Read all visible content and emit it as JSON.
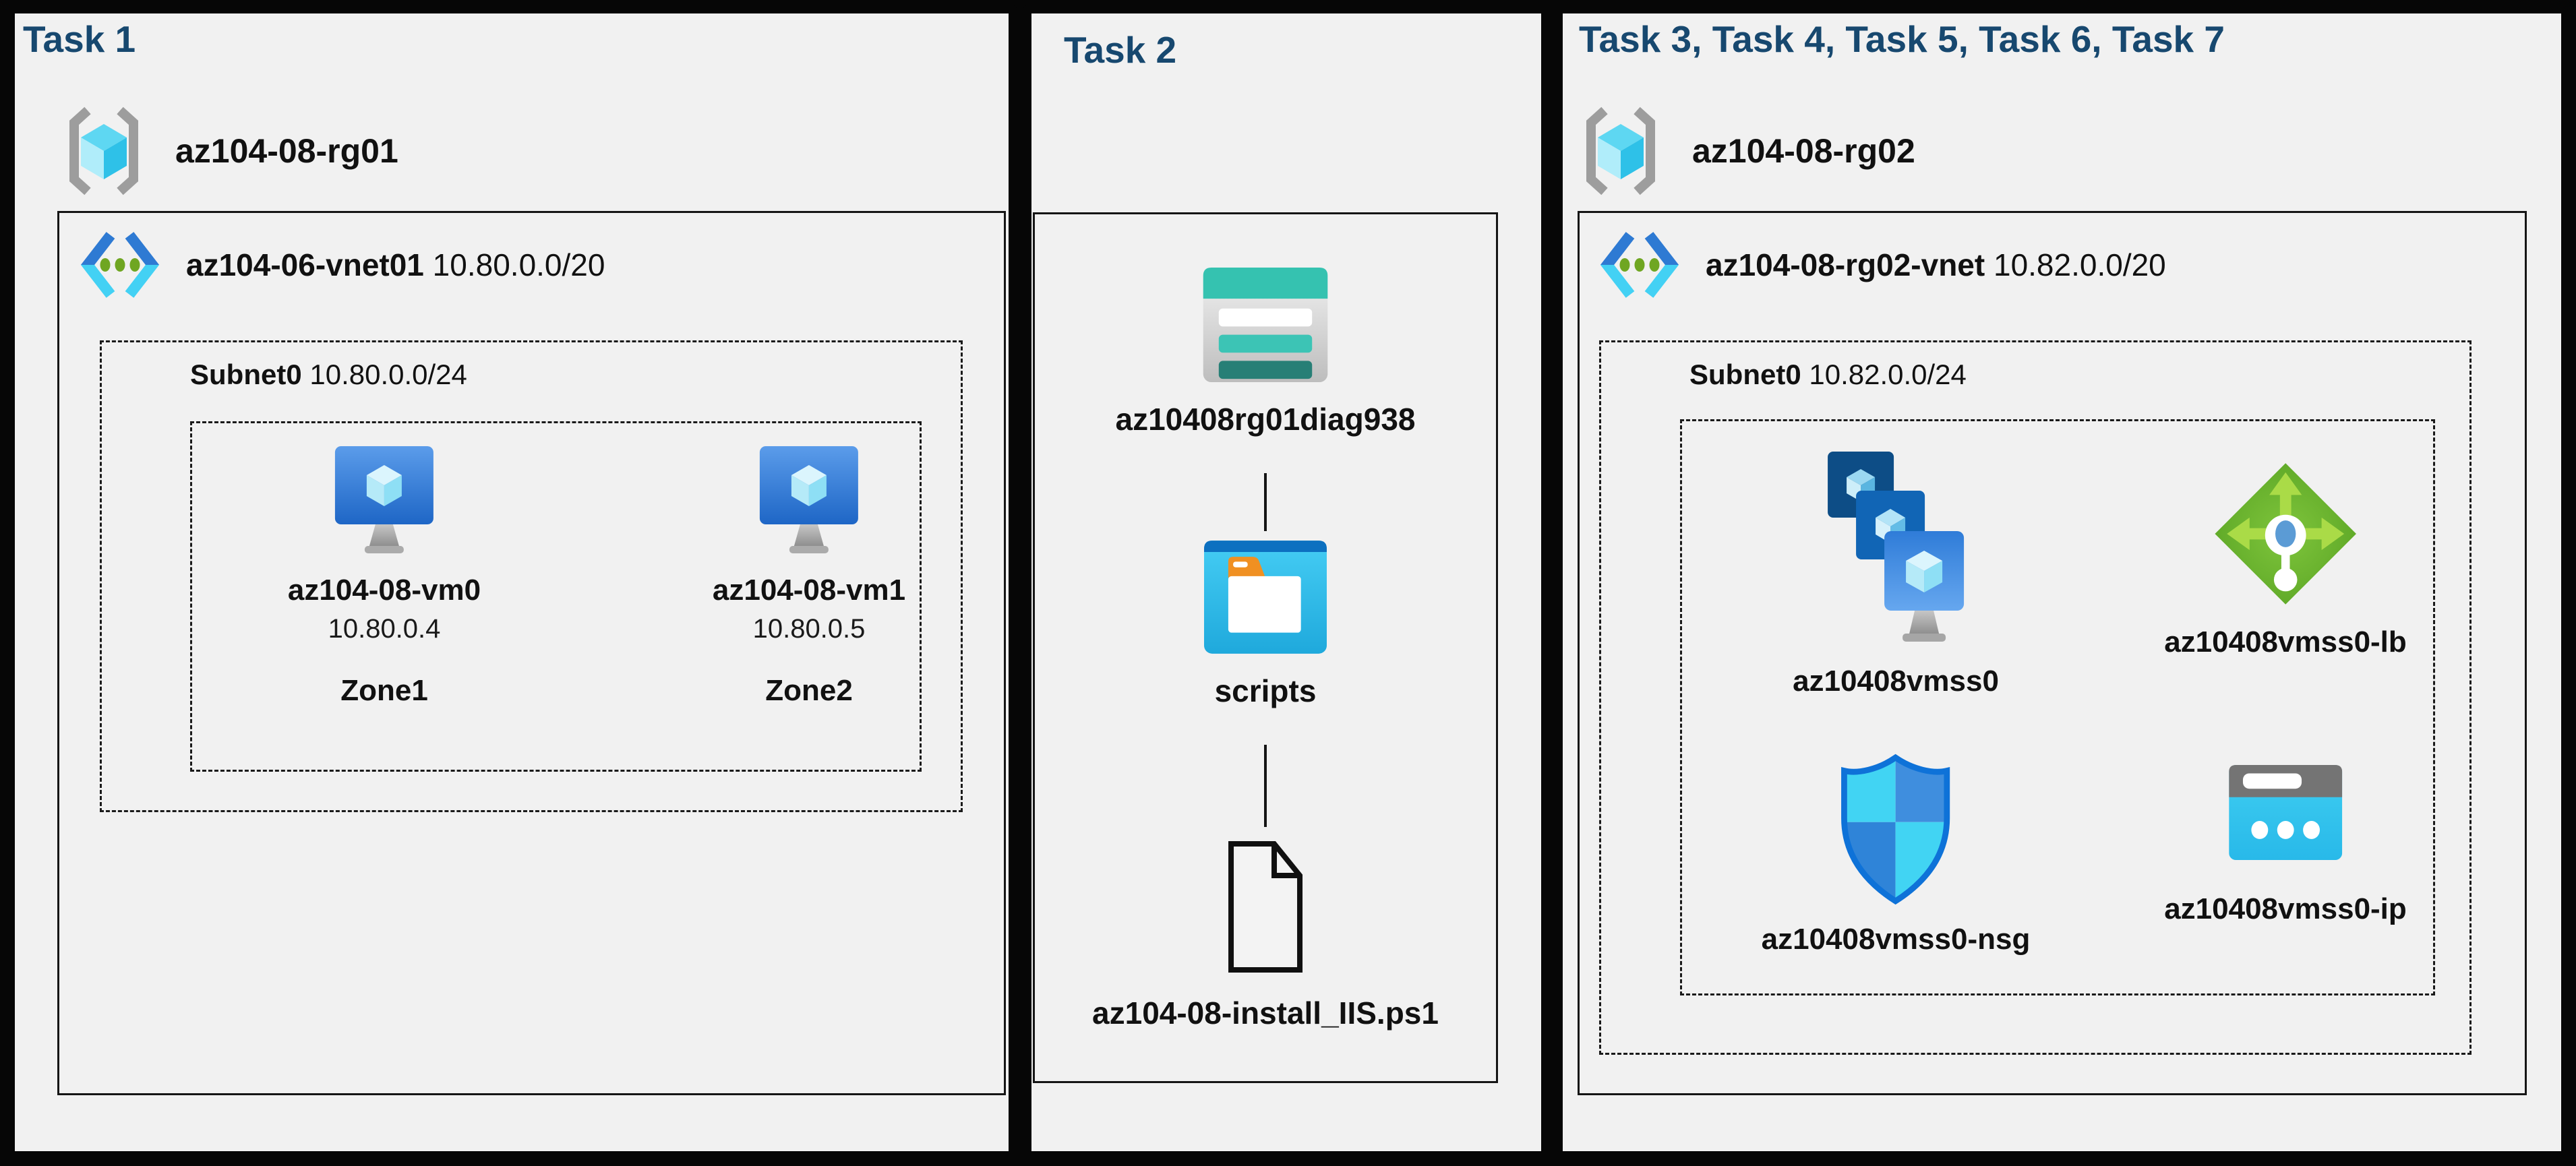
{
  "colors": {
    "panel_background": "#f1f1f1",
    "frame": "#060606",
    "task_title": "#17486f",
    "label_text": "#111111",
    "vnet_blue": "#2e7ad3",
    "vnet_cyan": "#43d1f4",
    "vnet_dot_green": "#6fa622",
    "storage_teal": "#35c2b0",
    "container_blue": "#0c70c0",
    "folder_tab_orange": "#f09022",
    "vm_blue": "#1e66c6",
    "lb_green": "#55a021",
    "nsg_blue_border": "#0e72d8",
    "ip_cyan": "#36c9ef"
  },
  "panels": [
    {
      "title": "Task 1",
      "resource_group": "az104-08-rg01",
      "vnet_name": "az104-06-vnet01",
      "vnet_cidr": "10.80.0.0/20",
      "subnet_name": "Subnet0",
      "subnet_cidr": "10.80.0.0/24",
      "vms": [
        {
          "name": "az104-08-vm0",
          "ip": "10.80.0.4",
          "zone": "Zone1"
        },
        {
          "name": "az104-08-vm1",
          "ip": "10.80.0.5",
          "zone": "Zone2"
        }
      ]
    },
    {
      "title": "Task 2",
      "storage_account": "az10408rg01diag938",
      "container": "scripts",
      "script_file": "az104-08-install_IIS.ps1"
    },
    {
      "title": "Task 3, Task 4, Task 5, Task 6, Task 7",
      "resource_group": "az104-08-rg02",
      "vnet_name": "az104-08-rg02-vnet",
      "vnet_cidr": "10.82.0.0/20",
      "subnet_name": "Subnet0",
      "subnet_cidr": "10.82.0.0/24",
      "resources": [
        {
          "name": "az10408vmss0",
          "type": "vm-scale-set"
        },
        {
          "name": "az10408vmss0-lb",
          "type": "load-balancer"
        },
        {
          "name": "az10408vmss0-nsg",
          "type": "network-security-group"
        },
        {
          "name": "az10408vmss0-ip",
          "type": "public-ip"
        }
      ]
    }
  ]
}
